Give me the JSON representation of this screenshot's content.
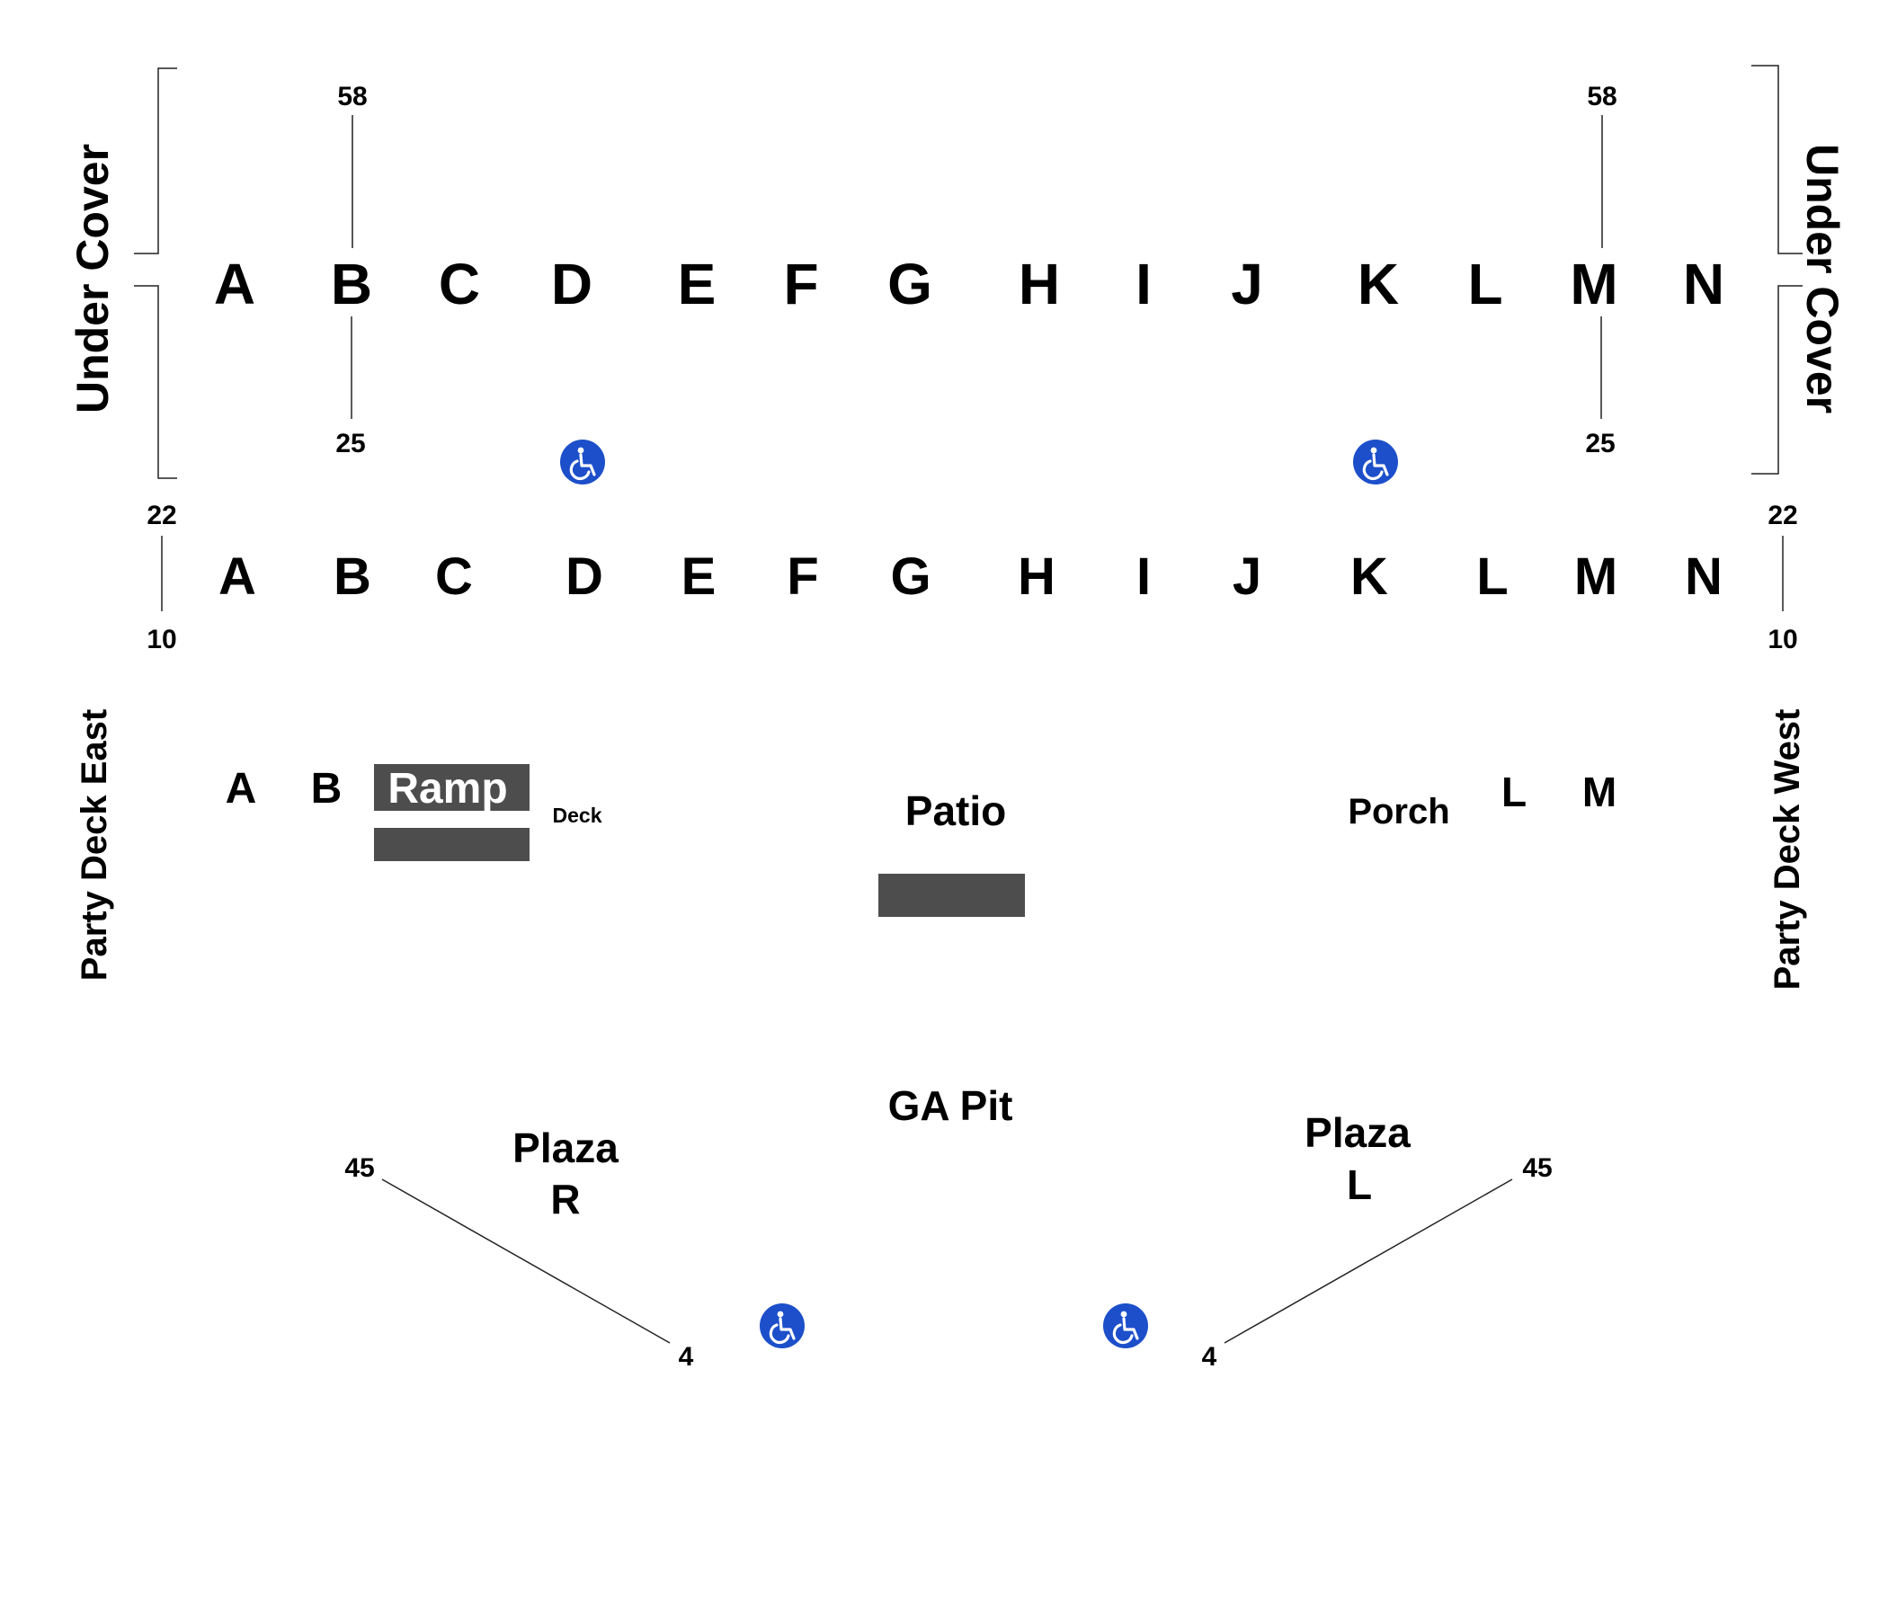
{
  "under_cover_label": "Under Cover",
  "upper_rows": [
    "A",
    "B",
    "C",
    "D",
    "E",
    "F",
    "G",
    "H",
    "I",
    "J",
    "K",
    "L",
    "M",
    "N"
  ],
  "lower_rows": [
    "A",
    "B",
    "C",
    "D",
    "E",
    "F",
    "G",
    "H",
    "I",
    "J",
    "K",
    "L",
    "M",
    "N"
  ],
  "seat_numbers": {
    "upper_top": "58",
    "upper_bottom": "25",
    "lower_top": "22",
    "lower_bottom": "10",
    "plaza_outer": "45",
    "plaza_inner": "4"
  },
  "party_deck_east": "Party Deck East",
  "party_deck_west": "Party Deck West",
  "east_rows": [
    "A",
    "B"
  ],
  "ramp_label": "Ramp",
  "deck_label": "Deck",
  "patio_label": "Patio",
  "porch_label": "Porch",
  "porch_rows": [
    "L",
    "M"
  ],
  "ga_pit_label": "GA Pit",
  "plaza_r": {
    "line1": "Plaza",
    "line2": "R"
  },
  "plaza_l": {
    "line1": "Plaza",
    "line2": "L"
  },
  "icons": {
    "accessible": "wheelchair-accessible-icon"
  },
  "colors": {
    "accessible": "#1c4fc9",
    "block": "#4d4d4d"
  }
}
